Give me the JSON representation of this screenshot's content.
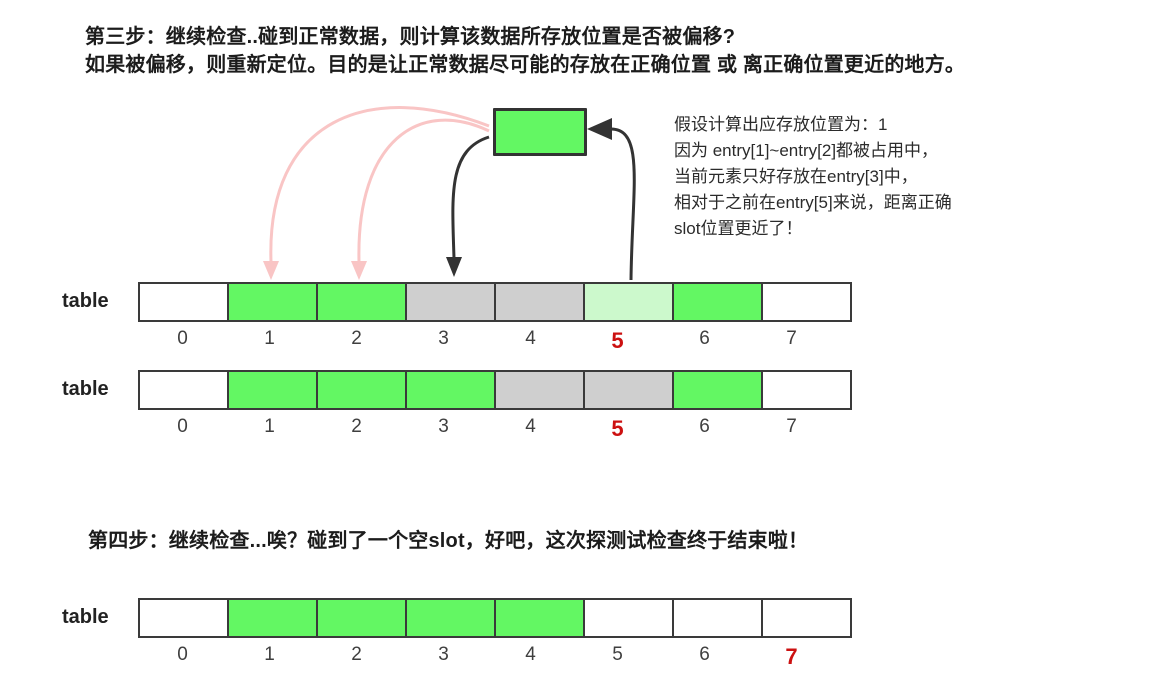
{
  "colors": {
    "green": "#63f763",
    "light_green": "#ccf9cc",
    "gray": "#cfcfcf",
    "white": "#ffffff",
    "border": "#333333",
    "red": "#cc1111",
    "pink": "#f9c5c5",
    "black": "#333333"
  },
  "step3": {
    "line1": "第三步：继续检查..碰到正常数据，则计算该数据所存放位置是否被偏移?",
    "line2": "如果被偏移，则重新定位。目的是让正常数据尽可能的存放在正确位置 或 离正确位置更近的地方。"
  },
  "annotation": {
    "lines": [
      "假设计算出应存放位置为：1",
      "因为 entry[1]~entry[2]都被占用中，",
      "当前元素只好存放在entry[3]中，",
      "相对于之前在entry[5]来说，距离正确",
      "slot位置更近了！"
    ]
  },
  "step4": {
    "text": "第四步：继续检查...唉？碰到了一个空slot，好吧，这次探测试检查终于结束啦！"
  },
  "tables": [
    {
      "label": "table",
      "cells": [
        "white",
        "green",
        "green",
        "gray",
        "gray",
        "light_green",
        "green",
        "white"
      ],
      "indices": [
        "0",
        "1",
        "2",
        "3",
        "4",
        "5",
        "6",
        "7"
      ],
      "highlight_index": 5
    },
    {
      "label": "table",
      "cells": [
        "white",
        "green",
        "green",
        "green",
        "gray",
        "gray",
        "green",
        "white"
      ],
      "indices": [
        "0",
        "1",
        "2",
        "3",
        "4",
        "5",
        "6",
        "7"
      ],
      "highlight_index": 5
    },
    {
      "label": "table",
      "cells": [
        "white",
        "green",
        "green",
        "green",
        "green",
        "white",
        "white",
        "white"
      ],
      "indices": [
        "0",
        "1",
        "2",
        "3",
        "4",
        "5",
        "6",
        "7"
      ],
      "highlight_index": 7
    }
  ]
}
